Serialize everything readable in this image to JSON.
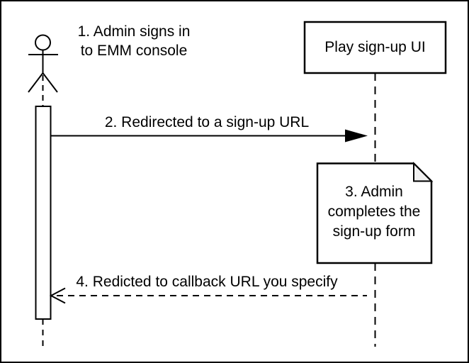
{
  "diagram": {
    "type": "uml-sequence",
    "colors": {
      "background": "#ffffff",
      "stroke": "#000000",
      "shape_fill": "#ffffff",
      "note_fold_fill": "#f0f0f0"
    },
    "actor": {
      "annotation_lines": [
        "1. Admin signs in",
        "to EMM console"
      ]
    },
    "participant": {
      "label": "Play sign-up UI"
    },
    "messages": [
      {
        "label": "2. Redirected to a sign-up URL",
        "style": "solid-filled-arrow",
        "direction": "left-to-right"
      },
      {
        "label": "4. Redicted to callback URL you specify",
        "style": "dashed-open-arrow",
        "direction": "right-to-left"
      }
    ],
    "note": {
      "lines": [
        "3. Admin",
        "completes the",
        "sign-up form"
      ]
    }
  }
}
